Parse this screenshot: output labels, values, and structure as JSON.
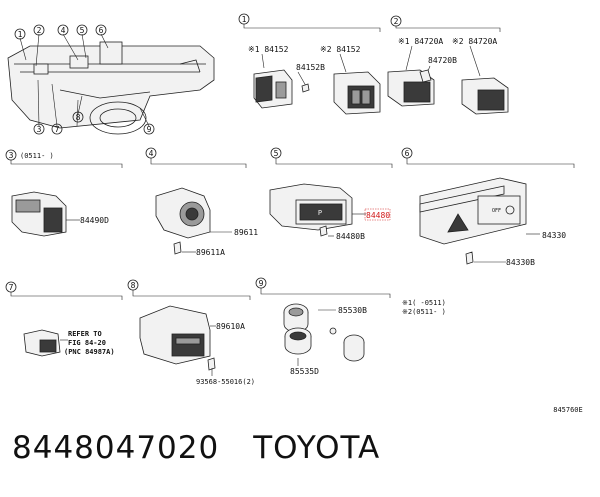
{
  "title_part_number": "8448047020",
  "title_brand": "TOYOTA",
  "figure_code": "845760E",
  "footnotes": [
    "※1(   -0511)",
    "※2(0511-   )"
  ],
  "dashboard_callouts": [
    "1",
    "2",
    "3",
    "4",
    "5",
    "6",
    "7",
    "8",
    "9"
  ],
  "sections": {
    "s1": {
      "num": "1",
      "labels": [
        "※1 84152",
        "※2 84152",
        "84152B"
      ]
    },
    "s2": {
      "num": "2",
      "labels": [
        "※1 84720A",
        "※2 84720A",
        "84720B"
      ]
    },
    "s3": {
      "num": "3",
      "note": "(0511-   )",
      "labels": [
        "84490D"
      ]
    },
    "s4": {
      "num": "4",
      "labels": [
        "89611",
        "89611A"
      ]
    },
    "s5": {
      "num": "5",
      "labels": [
        "84480",
        "84480B"
      ]
    },
    "s6": {
      "num": "6",
      "labels": [
        "84330",
        "84330B"
      ]
    },
    "s7": {
      "num": "7",
      "refer": [
        "REFER TO",
        "FIG 84-20",
        "(PNC 84987A)"
      ]
    },
    "s8": {
      "num": "8",
      "labels": [
        "89610A",
        "93568-55016(2)"
      ]
    },
    "s9": {
      "num": "9",
      "labels": [
        "85530B",
        "85535D"
      ]
    }
  },
  "colors": {
    "highlight": "#d01818",
    "line": "#222222"
  }
}
